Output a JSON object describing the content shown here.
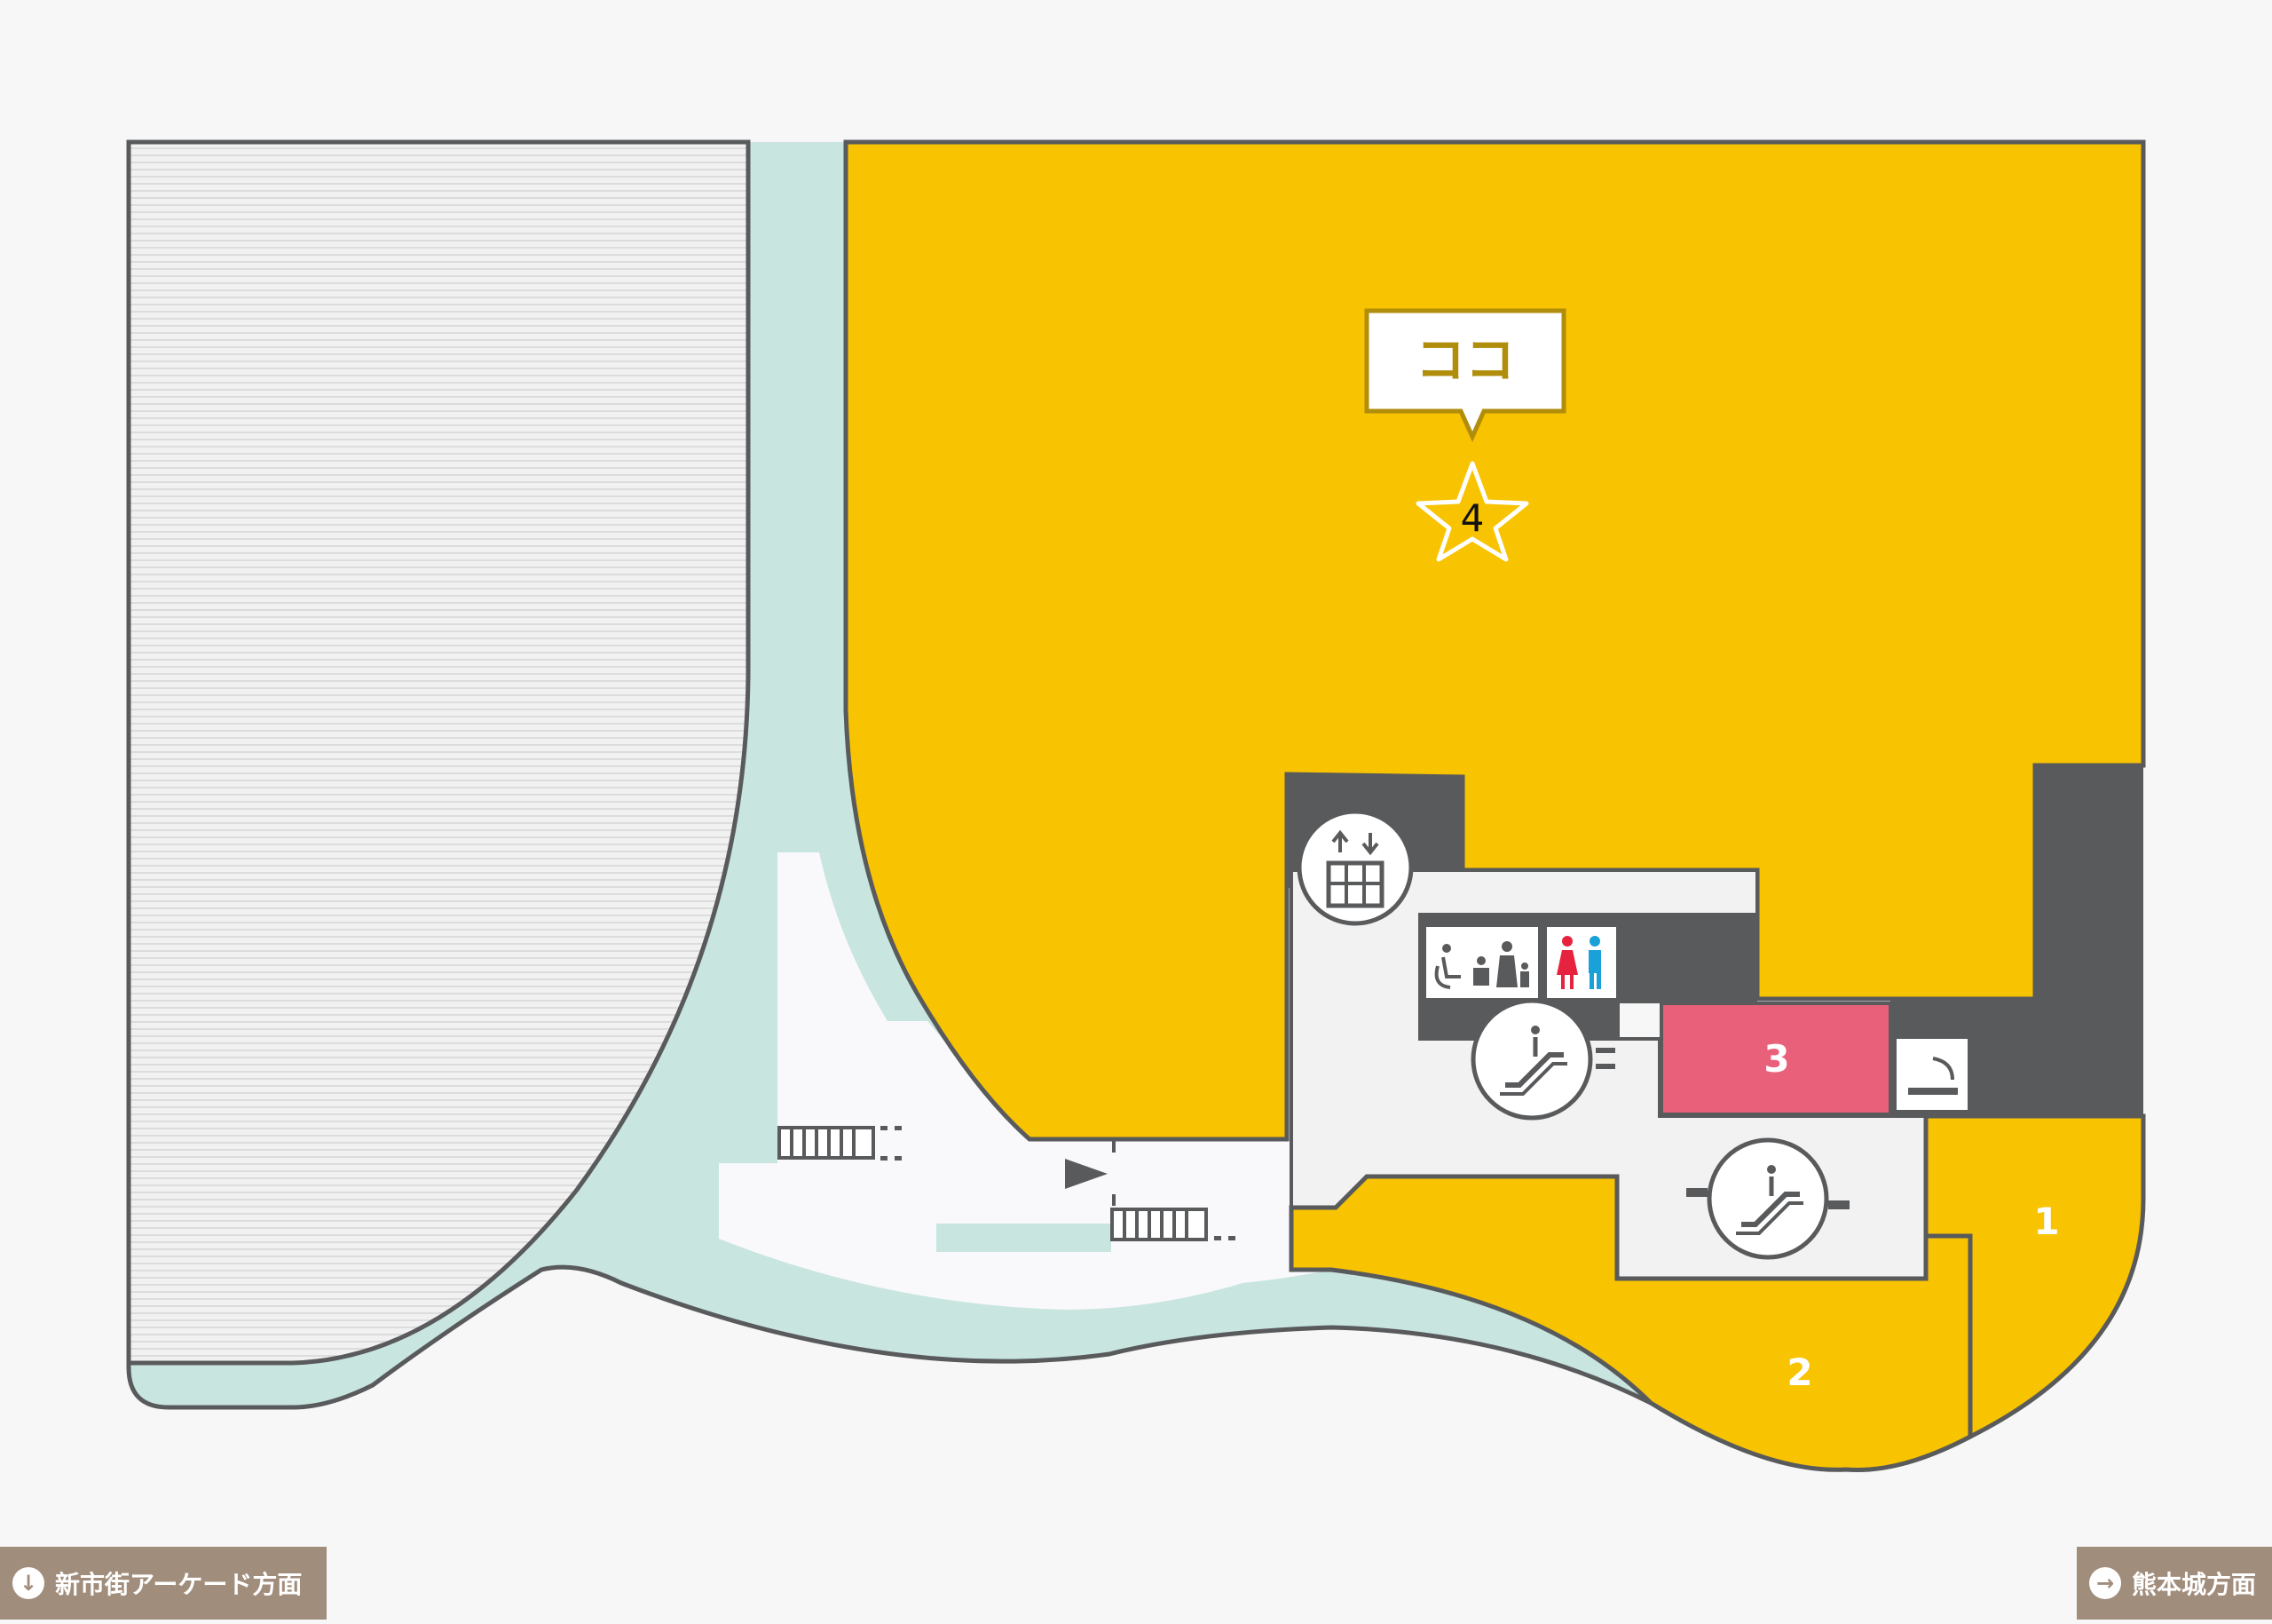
{
  "map": {
    "here_label": "ココ",
    "current_location_number": "4",
    "zones": [
      {
        "label": "1"
      },
      {
        "label": "2"
      },
      {
        "label": "3"
      }
    ],
    "colors": {
      "background": "#f7f7f7",
      "building_outline": "#595a5c",
      "store_area": "#f8c300",
      "highlight_store": "#e8607a",
      "walkway": "#c9e5e0",
      "service_area": "#595a5c",
      "striped_area": "#ececec",
      "label_gold": "#b08d0a",
      "direction_badge": "#a18d7c"
    },
    "icons": [
      {
        "name": "elevator-icon"
      },
      {
        "name": "multipurpose-toilet-icon"
      },
      {
        "name": "restroom-icon"
      },
      {
        "name": "escalator-icon"
      },
      {
        "name": "smoking-area-icon"
      },
      {
        "name": "stairs-icon"
      },
      {
        "name": "entrance-arrow-icon"
      }
    ]
  },
  "directions": {
    "left_label": "新市街アーケード方面",
    "right_label": "熊本城方面"
  }
}
